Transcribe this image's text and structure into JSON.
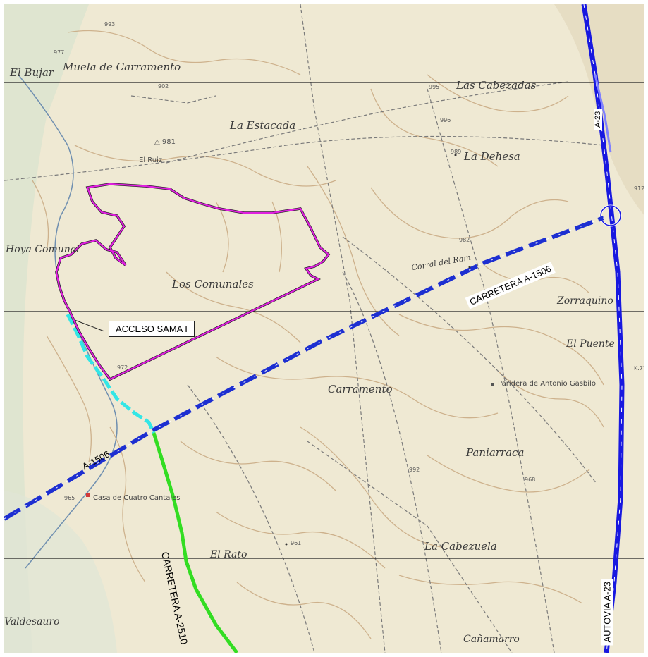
{
  "map": {
    "colors": {
      "background": "#efe9d3",
      "contour": "#c8a880",
      "sama_boundary": "#e020e0",
      "sama_inner": "#1a1a1a",
      "acceso": "#c020c0",
      "road_a1506": "#1d2fd1",
      "road_a23": "#1818e0",
      "road_a2510": "#33dd22",
      "cyan_track": "#33e6e6",
      "grid_line": "#222222"
    },
    "place_names": {
      "el_bujar": "El Bujar",
      "muela": "Muela de Carramento",
      "las_cabezadas": "Las Cabezadas",
      "la_estacada": "La Estacada",
      "la_dehesa": "La Dehesa",
      "el_ruiz": "El Ruiz",
      "hoya": "Hoya Comunal",
      "los_comunales": "Los Comunales",
      "corral": "Corral del Ram",
      "zorraquino": "Zorraquino",
      "el_puente": "El Puente",
      "carramento": "Carramento",
      "paridera": "Paridera de Antonio Gasbilo",
      "paniarraca": "Paniarraca",
      "casa": "Casa de Cuatro Cantales",
      "el_rato": "El Rato",
      "la_cabezuela": "La Cabezuela",
      "valdesauro": "Valdesauro",
      "canamarro": "Cañamarro"
    },
    "elevations": {
      "e1": "977",
      "e2": "993",
      "e3": "902",
      "e4": "995",
      "e5": "996",
      "e6": "△ 981",
      "e7": "989",
      "e8": "982",
      "e9": "972",
      "e10": "992",
      "e11": "968",
      "e12": "965",
      "e13": "961",
      "e14": "912",
      "e15": "K.77"
    },
    "road_labels": {
      "a1506_main": "CARRETERA A-1506",
      "a1506_short": "A-1506",
      "a23_top": "A-23",
      "a23_autovia": "AUTOVIA A-23",
      "a2510": "CARRETERA A-2510"
    },
    "callout": "ACCESO SAMA I"
  }
}
